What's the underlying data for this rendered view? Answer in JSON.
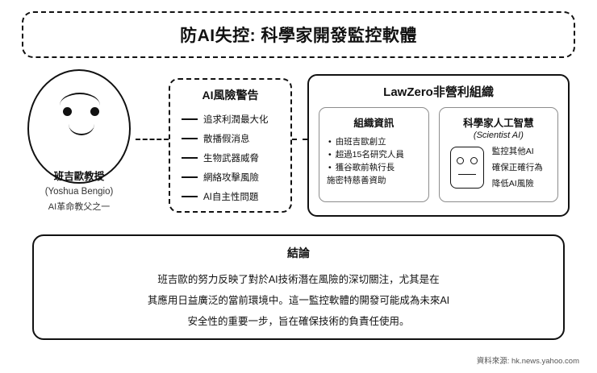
{
  "title": {
    "text": "防AI失控: 科學家開發監控軟體"
  },
  "person": {
    "name": "班吉歐教授",
    "english_name": "(Yoshua Bengio)",
    "role": "AI革命教父之一",
    "face_icon": "smiling-face-icon"
  },
  "risk": {
    "title": "AI風險警告",
    "items": [
      {
        "label": "追求利潤最大化"
      },
      {
        "label": "散播假消息"
      },
      {
        "label": "生物武器威脅"
      },
      {
        "label": "網絡攻擊風險"
      },
      {
        "label": "AI自主性問題"
      }
    ]
  },
  "lawzero": {
    "title": "LawZero非營利組織",
    "org": {
      "title": "組織資訊",
      "bullets": [
        "由班吉歐創立",
        "超過15名研究人員",
        "獲谷歌前執行長"
      ],
      "bullet_char": "•",
      "wrap_line": "施密特慈善資助"
    },
    "scientist_ai": {
      "title": "科學家人工智慧",
      "subtitle": "(Scientist AI)",
      "robot_icon": "robot-face-icon",
      "lines": [
        "監控其他AI",
        "確保正確行為",
        "降低AI風險"
      ]
    }
  },
  "conclusion": {
    "title": "結論",
    "lines": [
      "班吉歐的努力反映了對於AI技術潛在風險的深切關注，尤其是在",
      "其應用日益廣泛的當前環境中。這一監控軟體的開發可能成為未來AI",
      "安全性的重要一步，旨在確保技術的負責任使用。"
    ]
  },
  "source": {
    "text": "資料來源: hk.news.yahoo.com"
  },
  "colors": {
    "ink": "#111111",
    "muted": "#555555",
    "subcard_border": "#8d8d8d",
    "background": "#ffffff"
  }
}
